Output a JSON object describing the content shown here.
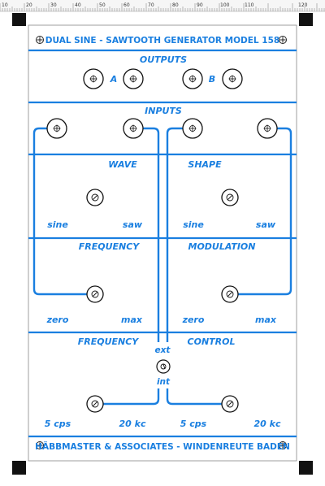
{
  "ruler": {
    "numbers": [
      "10",
      "20",
      "30",
      "40",
      "50",
      "60",
      "70",
      "80",
      "90",
      "100",
      "110",
      "120"
    ]
  },
  "panel": {
    "title": "DUAL SINE - SAWTOOTH GENERATOR MODEL 158",
    "footer": "HÄBBMASTER & ASSOCIATES - WINDENREUTE  BADEN",
    "accent_color": "#1a7fe0"
  },
  "sections": {
    "outputs": {
      "label": "OUTPUTS",
      "jack_a": "A",
      "jack_b": "B"
    },
    "inputs": {
      "label": "INPUTS"
    },
    "wave": {
      "label": "WAVE",
      "left": "sine",
      "right": "saw"
    },
    "shape": {
      "label": "SHAPE",
      "left": "sine",
      "right": "saw"
    },
    "frequency": {
      "label": "FREQUENCY",
      "left": "zero",
      "right": "max"
    },
    "modulation": {
      "label": "MODULATION",
      "left": "zero",
      "right": "max"
    },
    "frequency_control": {
      "label_left": "FREQUENCY",
      "label_right": "CONTROL",
      "switch_top": "ext",
      "switch_bottom": "int",
      "left_min": "5 cps",
      "left_max": "20 kc",
      "right_min": "5 cps",
      "right_max": "20 kc"
    }
  }
}
